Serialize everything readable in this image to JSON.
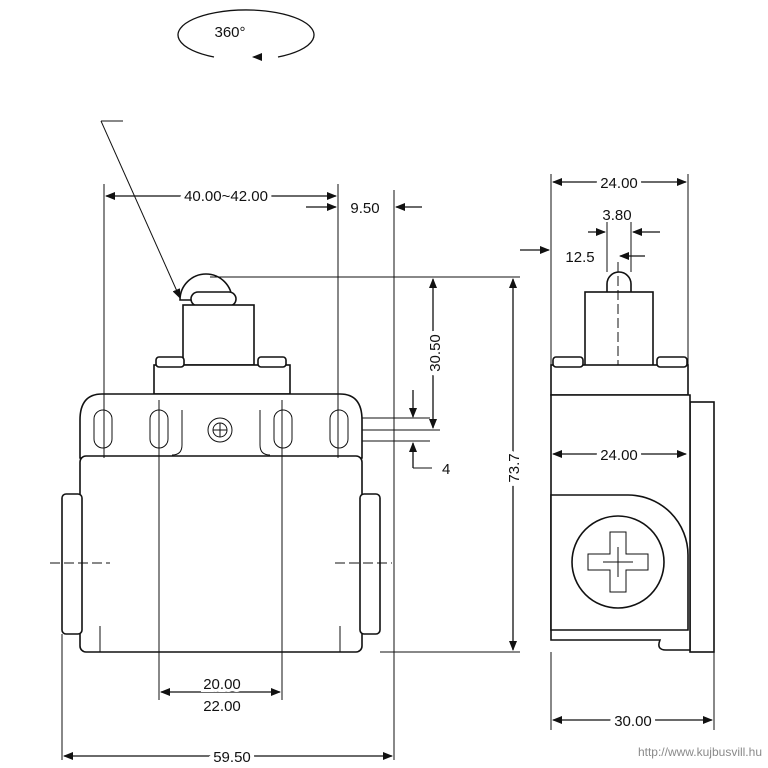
{
  "rotation_label": "360°",
  "front_view": {
    "dim_width_range": "40.00~42.00",
    "dim_offset": "9.50",
    "dim_height_upper": "30.50",
    "dim_height_total": "73.7",
    "dim_slot_pitch": "4",
    "dim_inner_a": "20.00",
    "dim_inner_b": "22.00",
    "dim_total_width": "59.50"
  },
  "side_view": {
    "dim_top_width": "24.00",
    "dim_roller_width": "3.80",
    "dim_roller_offset": "12.5",
    "dim_body_width": "24.00",
    "dim_depth": "30.00"
  },
  "watermark": "http://www.kujbusvill.hu"
}
